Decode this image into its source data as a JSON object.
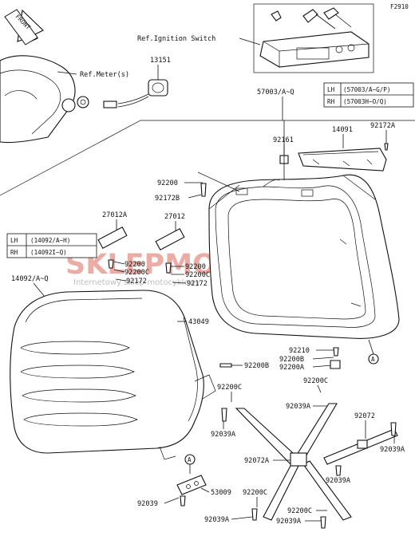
{
  "figure_code": "F2910",
  "front_label": "FRONT",
  "refs": {
    "ignition_switch": "Ref.Ignition Switch",
    "meter": "Ref.Meter(s)"
  },
  "watermark": {
    "main": "SKLEPMOTO45.PL",
    "sub": "Internetowy sklep motocyklowy"
  },
  "tables": {
    "assembly": {
      "rows": [
        {
          "side": "LH",
          "code": "(57003/A~G/P)"
        },
        {
          "side": "RH",
          "code": "(57003H~O/Q)"
        }
      ]
    },
    "lid": {
      "rows": [
        {
          "side": "LH",
          "code": "(14092/A~H)"
        },
        {
          "side": "RH",
          "code": "(14092I~Q)"
        }
      ]
    }
  },
  "parts": {
    "p13151": "13151",
    "p57003": "57003/A~Q",
    "p92161": "92161",
    "p14091": "14091",
    "p92172A_top": "92172A",
    "p92200_a": "92200",
    "p92172B": "92172B",
    "p27012A": "27012A",
    "p27012": "27012",
    "p92200_b": "92200",
    "p92200C_a": "92200C",
    "p92172_a": "92172",
    "p92200_c": "92200",
    "p92200C_b": "92200C",
    "p92172_b": "92172",
    "p14092": "14092/A~Q",
    "p43049": "43049",
    "p92210": "92210",
    "p92200B_a": "92200B",
    "p92200A": "92200A",
    "p92200B_b": "92200B",
    "p92200C_c": "92200C",
    "p92200C_d": "92200C",
    "p92039A_a": "92039A",
    "p92039A_b": "92039A",
    "p92072": "92072",
    "p92039A_c": "92039A",
    "p92072A": "92072A",
    "p92039A_d": "92039A",
    "p53009": "53009",
    "p92039": "92039",
    "p92200C_e": "92200C",
    "p92039A_e": "92039A",
    "p92200C_f": "92200C",
    "p92039A_f": "92039A",
    "callout_a": "A"
  }
}
